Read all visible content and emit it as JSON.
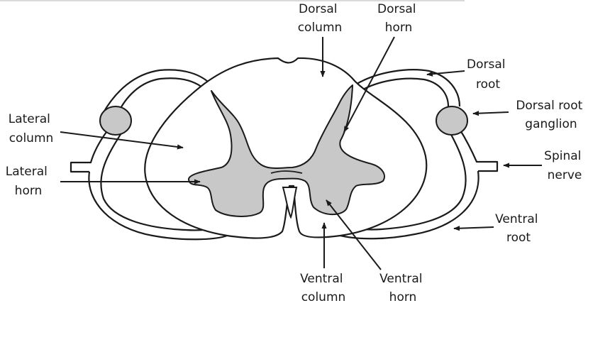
{
  "diagram": {
    "labels": {
      "dorsal_column": [
        "Dorsal",
        "column"
      ],
      "dorsal_horn": [
        "Dorsal",
        "horn"
      ],
      "dorsal_root": [
        "Dorsal",
        "root"
      ],
      "dorsal_root_ganglion": [
        "Dorsal root",
        "ganglion"
      ],
      "lateral_column": [
        "Lateral",
        "column"
      ],
      "lateral_horn": [
        "Lateral",
        "horn"
      ],
      "spinal_nerve": [
        "Spinal",
        "nerve"
      ],
      "ventral_root": [
        "Ventral",
        "root"
      ],
      "ventral_column": [
        "Ventral",
        "column"
      ],
      "ventral_horn": [
        "Ventral",
        "horn"
      ]
    },
    "colors": {
      "stroke": "#1a1a1a",
      "gray_matter": "#c8c8c8",
      "ganglion": "#c8c8c8",
      "background": "#ffffff"
    }
  }
}
